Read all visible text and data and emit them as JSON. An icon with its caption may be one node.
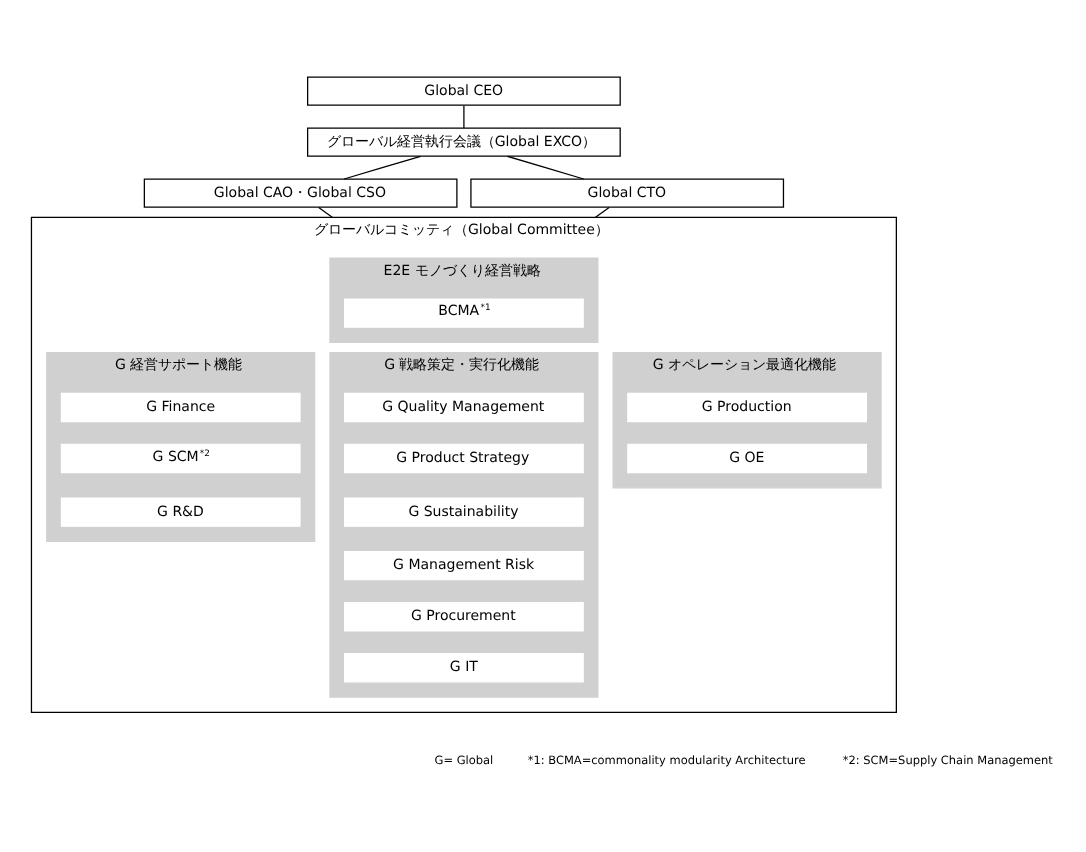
{
  "diagram": {
    "nodes": [
      {
        "text": [
          "Global CEO"
        ]
      },
      {
        "text": [
          "グローバル経営執行会議（Global EXCO）"
        ]
      },
      {
        "text": [
          "Global CAO・Global CSO"
        ]
      },
      {
        "text": [
          "Global CTO"
        ]
      },
      {
        "text": [
          "グローバルコミッティ（Global Committee）"
        ]
      },
      {
        "text": [
          "E2E モノづくり経営戦略"
        ],
        "in": 4
      },
      {
        "text": [
          "BCMA$^{*1}$"
        ],
        "in": 5
      },
      {
        "text": [
          "G 経営サポート機能"
        ],
        "in": 4
      },
      {
        "text": [
          "G Finance"
        ],
        "in": 7
      },
      {
        "text": [
          "G SCM$^{*2}$"
        ],
        "in": 7
      },
      {
        "text": [
          "G R&D"
        ],
        "in": 7
      },
      {
        "text": [
          "G 戦略策定・実行化機能"
        ],
        "in": 4
      },
      {
        "text": [
          "G Quality Management"
        ],
        "in": 11
      },
      {
        "text": [
          "G Product Strategy"
        ],
        "in": 11
      },
      {
        "text": [
          "G Sustainability"
        ],
        "in": 11
      },
      {
        "text": [
          "G Management Risk"
        ],
        "in": 11
      },
      {
        "text": [
          "G Procurement"
        ],
        "in": 11
      },
      {
        "text": [
          "G IT"
        ],
        "in": 11
      },
      {
        "text": [
          "G オペレーション最適化機能"
        ],
        "in": 4
      },
      {
        "text": [
          "G Production"
        ],
        "in": 18
      },
      {
        "text": [
          "G OE"
        ],
        "in": 18
      }
    ],
    "edges": [
      {
        "from": 0,
        "to": 1,
        "arrow": "none"
      },
      {
        "from": 1,
        "to": 2,
        "arrow": "none"
      },
      {
        "from": 1,
        "to": 3,
        "arrow": "none"
      },
      {
        "from": 2,
        "to": 4,
        "arrow": "none"
      },
      {
        "from": 3,
        "to": 4,
        "arrow": "none"
      }
    ],
    "labels": [
      "G= Global",
      "*1: BCMA=commonality modularity Architecture",
      "*2: SCM=Supply Chain Management"
    ]
  }
}
